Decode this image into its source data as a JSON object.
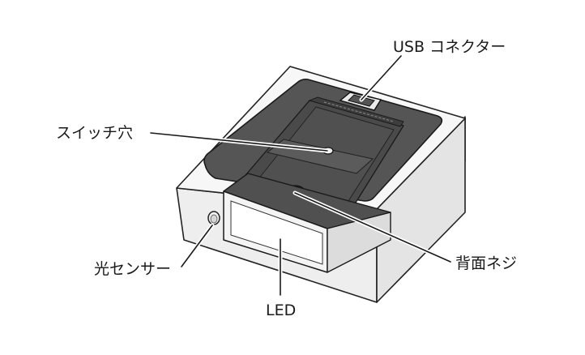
{
  "labels": {
    "usb_connector": "USB コネクター",
    "switch_hole": "スイッチ穴",
    "light_sensor": "光センサー",
    "led": "LED",
    "back_screw": "背面ネジ"
  }
}
